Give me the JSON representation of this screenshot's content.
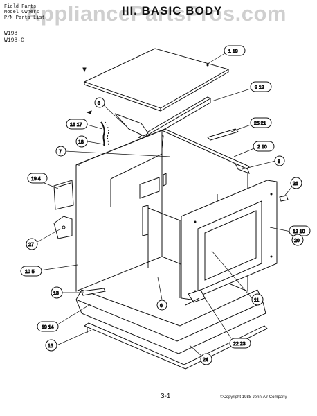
{
  "header": {
    "line1": "Field Parts",
    "line2": "Model Owners",
    "line3": "P/N Parts List",
    "title": "III. BASIC BODY",
    "watermark": "AppliancePartsPros.com"
  },
  "models": [
    "W198",
    "W198-C"
  ],
  "callouts": [
    {
      "id": "c1",
      "text": "1 19"
    },
    {
      "id": "c9",
      "text": "9 19"
    },
    {
      "id": "c3",
      "text": "3"
    },
    {
      "id": "c16",
      "text": "16 17"
    },
    {
      "id": "c25",
      "text": "25 21"
    },
    {
      "id": "c18",
      "text": "18"
    },
    {
      "id": "c2",
      "text": "2 10"
    },
    {
      "id": "c7",
      "text": "7"
    },
    {
      "id": "c8",
      "text": "8"
    },
    {
      "id": "c19",
      "text": "19 4"
    },
    {
      "id": "c26",
      "text": "26"
    },
    {
      "id": "c27",
      "text": "27"
    },
    {
      "id": "c12",
      "text": "12 10"
    },
    {
      "id": "c20",
      "text": "20"
    },
    {
      "id": "c10",
      "text": "10 5"
    },
    {
      "id": "c13",
      "text": "13"
    },
    {
      "id": "c6",
      "text": "6"
    },
    {
      "id": "c11",
      "text": "11"
    },
    {
      "id": "c1914",
      "text": "19 14"
    },
    {
      "id": "c22",
      "text": "22 23"
    },
    {
      "id": "c15",
      "text": "15"
    },
    {
      "id": "c24",
      "text": "24"
    }
  ],
  "footer": {
    "page": "3-1",
    "copyright": "©Copyright 1988 Jenn-Air Company"
  }
}
